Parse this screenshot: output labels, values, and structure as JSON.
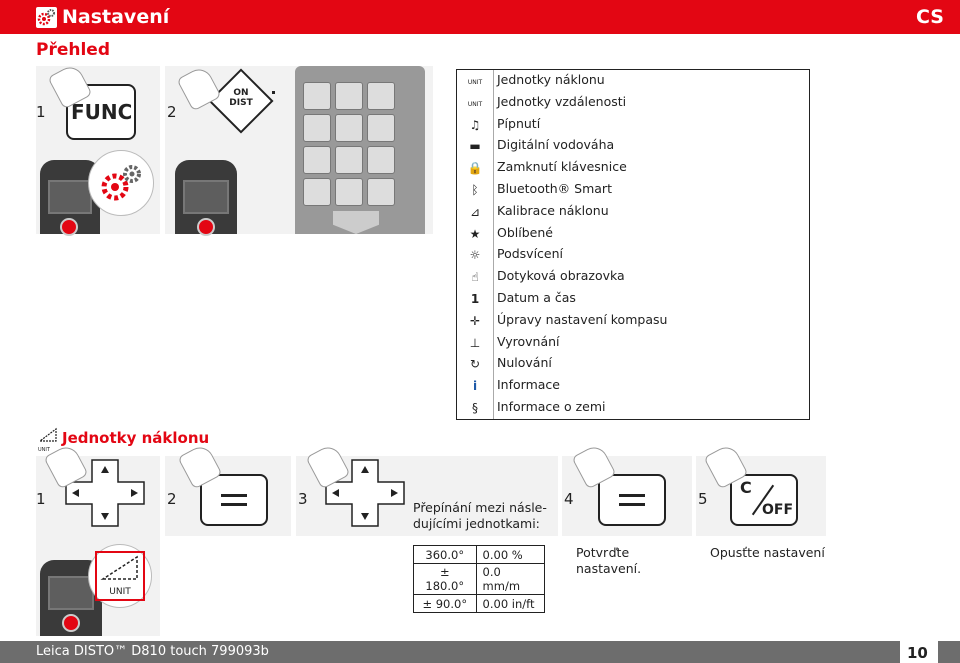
{
  "header": {
    "title": "Nastavení",
    "lang": "CS"
  },
  "subtitle": "Přehled",
  "overview": {
    "step1": "1",
    "step1_button": "FUNC",
    "step2": "2",
    "step2_button_line1": "ON",
    "step2_button_line2": "DIST"
  },
  "menu": [
    {
      "icon": "tilt-unit-icon",
      "glyph": "UNIT",
      "label": "Jednotky náklonu"
    },
    {
      "icon": "distance-unit-icon",
      "glyph": "UNIT",
      "label": "Jednotky vzdálenosti"
    },
    {
      "icon": "beep-icon",
      "glyph": "♫",
      "label": "Pípnutí"
    },
    {
      "icon": "level-icon",
      "glyph": "▬",
      "label": "Digitální vodováha"
    },
    {
      "icon": "lock-icon",
      "glyph": "🔒",
      "label": "Zamknutí klávesnice"
    },
    {
      "icon": "bluetooth-icon",
      "glyph": "ᛒ",
      "label": "Bluetooth® Smart"
    },
    {
      "icon": "tilt-calibration-icon",
      "glyph": "⊿",
      "label": "Kalibrace náklonu"
    },
    {
      "icon": "favourites-icon",
      "glyph": "★",
      "label": "Oblíbené"
    },
    {
      "icon": "backlight-icon",
      "glyph": "☼",
      "label": "Podsvícení"
    },
    {
      "icon": "touchscreen-icon",
      "glyph": "☝",
      "label": "Dotyková obrazovka"
    },
    {
      "icon": "calendar-icon",
      "glyph": "1",
      "label": "Datum a čas"
    },
    {
      "icon": "compass-icon",
      "glyph": "✛",
      "label": "Úpravy nastavení kompasu"
    },
    {
      "icon": "alignment-icon",
      "glyph": "⊥",
      "label": "Vyrovnání"
    },
    {
      "icon": "reset-icon",
      "glyph": "↻",
      "label": "Nulování"
    },
    {
      "icon": "info-icon",
      "glyph": "i",
      "label": "Informace"
    },
    {
      "icon": "country-info-icon",
      "glyph": "§",
      "label": "Informace o zemi"
    }
  ],
  "section": {
    "title": "Jednotky náklonu",
    "icon_glyph": "UNIT",
    "steps": [
      "1",
      "2",
      "3",
      "4",
      "5"
    ],
    "device_unit_label": "UNIT",
    "step3_desc": "Přepínání mezi násle-\ndujícími jednotkami:",
    "step4_desc": "Potvrďte\nnastavení.",
    "step5_desc": "Opusťte nastavení",
    "step5_button_top": "C",
    "step5_button_bottom": "OFF",
    "table": [
      [
        "360.0°",
        "0.00 %"
      ],
      [
        "± 180.0°",
        "0.0 mm/m"
      ],
      [
        "± 90.0°",
        "0.00 in/ft"
      ]
    ]
  },
  "footer": {
    "left": "Leica DISTO™ D810 touch 799093b",
    "page": "10"
  },
  "colors": {
    "brand_red": "#e30613",
    "footer_gray": "#6d6d6d",
    "panel_gray": "#f2f2f2"
  }
}
